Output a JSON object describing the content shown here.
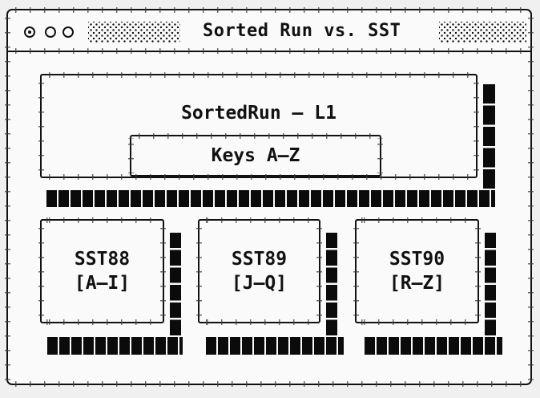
{
  "window": {
    "title": "Sorted Run vs. SST",
    "controls": [
      {
        "icon": "dot-circle-icon"
      },
      {
        "icon": "circle-icon"
      },
      {
        "icon": "circle-icon"
      }
    ],
    "decoration": "halftone-dot-pattern"
  },
  "diagram": {
    "sorted_run": {
      "label": "SortedRun – L1",
      "keys_label": "Keys A–Z"
    },
    "ssts": [
      {
        "name": "SST88",
        "range": "[A–I]"
      },
      {
        "name": "SST89",
        "range": "[J–Q]"
      },
      {
        "name": "SST90",
        "range": "[R–Z]"
      }
    ]
  },
  "colors": {
    "ink": "#111111",
    "window_bg": "#fafafa",
    "page_bg": "#f0f0f0",
    "shadow_block": "#0b0b0b"
  }
}
